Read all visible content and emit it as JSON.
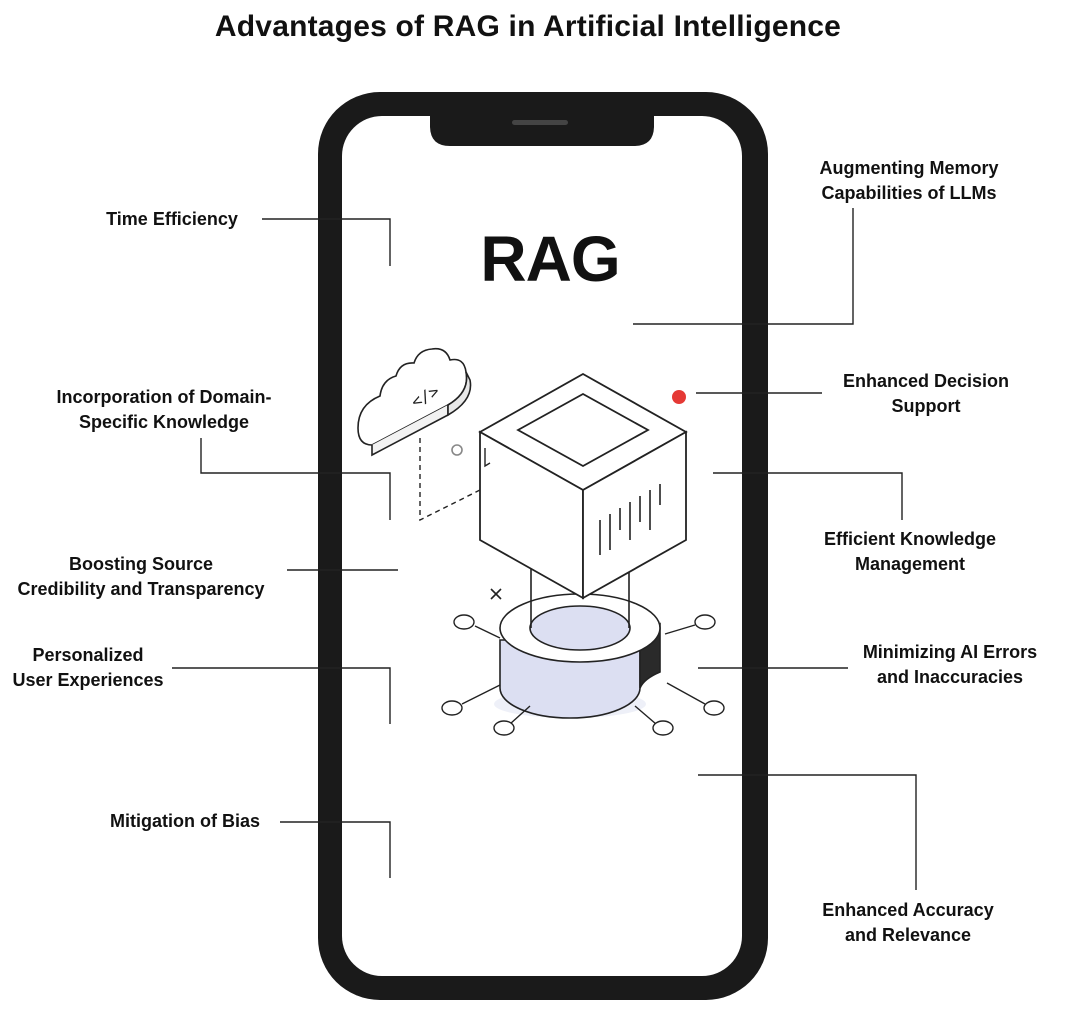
{
  "title": "Advantages of RAG in Artificial Intelligence",
  "phone_title": "RAG",
  "accent_color": "#e53935",
  "platter_color": "#dcdff2",
  "left_labels": [
    {
      "id": "time-efficiency",
      "lines": [
        "Time Efficiency"
      ]
    },
    {
      "id": "domain-knowledge",
      "lines": [
        "Incorporation of Domain-",
        "Specific Knowledge"
      ]
    },
    {
      "id": "source-credibility",
      "lines": [
        "Boosting Source",
        "Credibility and Transparency"
      ]
    },
    {
      "id": "personalized",
      "lines": [
        "Personalized",
        "User Experiences"
      ]
    },
    {
      "id": "mitigation-bias",
      "lines": [
        "Mitigation of Bias"
      ]
    }
  ],
  "right_labels": [
    {
      "id": "augmenting-memory",
      "lines": [
        "Augmenting Memory",
        "Capabilities of LLMs"
      ]
    },
    {
      "id": "decision-support",
      "lines": [
        "Enhanced Decision",
        "Support"
      ]
    },
    {
      "id": "knowledge-management",
      "lines": [
        "Efficient Knowledge",
        "Management"
      ]
    },
    {
      "id": "minimizing-errors",
      "lines": [
        "Minimizing AI Errors",
        "and Inaccuracies"
      ]
    },
    {
      "id": "accuracy-relevance",
      "lines": [
        "Enhanced Accuracy",
        "and Relevance"
      ]
    }
  ],
  "cloud_icon_text": "</>"
}
